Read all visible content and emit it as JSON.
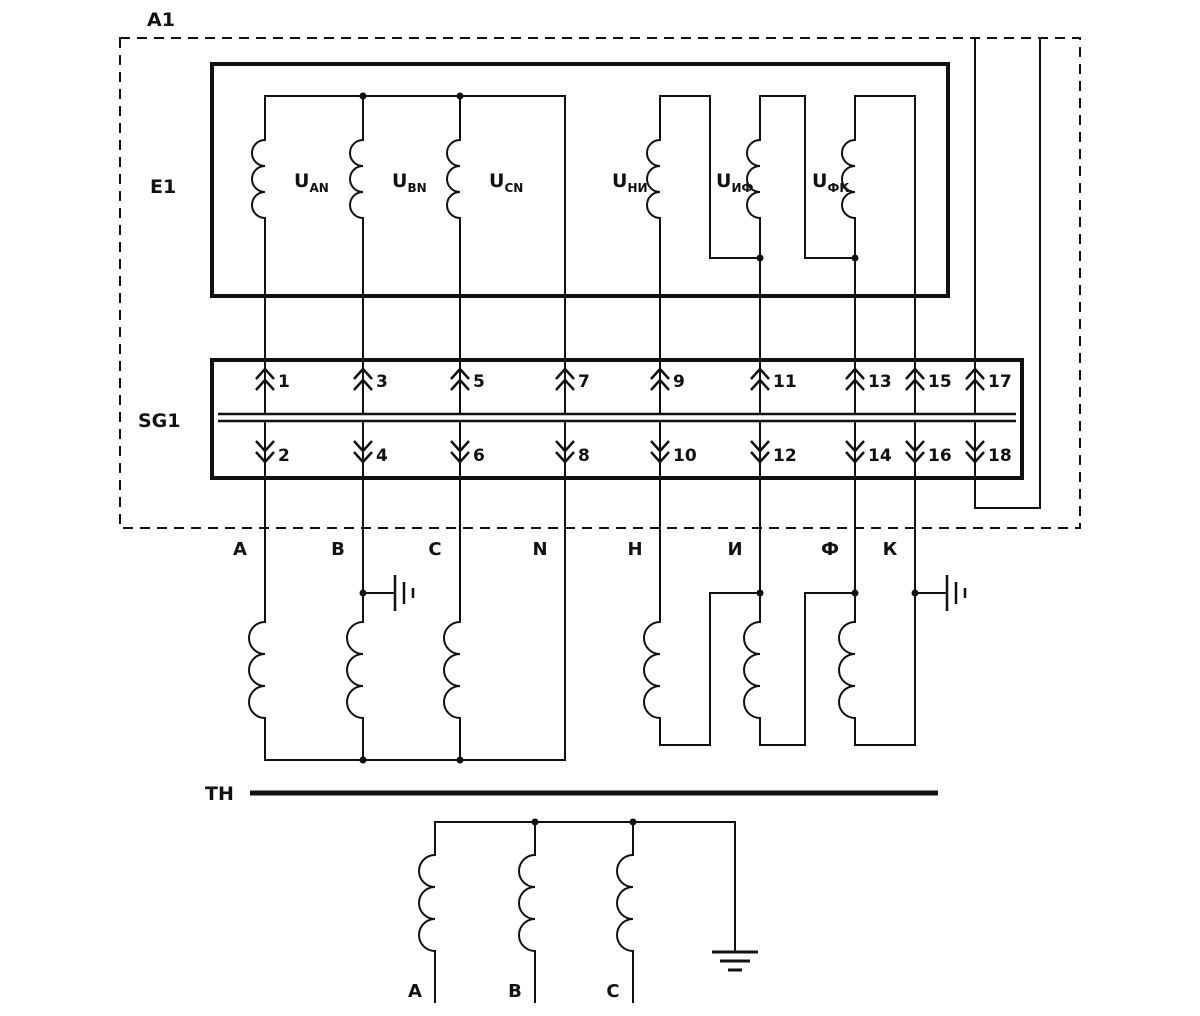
{
  "colors": {
    "ink": "#111111",
    "background": "#ffffff"
  },
  "module": {
    "label": "A1"
  },
  "e1": {
    "label": "E1",
    "windings": [
      {
        "main": "U",
        "sub": "AN"
      },
      {
        "main": "U",
        "sub": "BN"
      },
      {
        "main": "U",
        "sub": "CN"
      },
      {
        "main": "U",
        "sub": "НИ"
      },
      {
        "main": "U",
        "sub": "ИФ"
      },
      {
        "main": "U",
        "sub": "ФК"
      }
    ]
  },
  "sg1": {
    "label": "SG1",
    "top_terminals": [
      "1",
      "3",
      "5",
      "7",
      "9",
      "11",
      "13",
      "15",
      "17"
    ],
    "bottom_terminals": [
      "2",
      "4",
      "6",
      "8",
      "10",
      "12",
      "14",
      "16",
      "18"
    ]
  },
  "phase_labels": [
    "A",
    "B",
    "C",
    "N",
    "Н",
    "И",
    "Ф",
    "К"
  ],
  "transformer": {
    "label": "ТН",
    "primary_phase_labels": [
      "A",
      "B",
      "C"
    ]
  }
}
